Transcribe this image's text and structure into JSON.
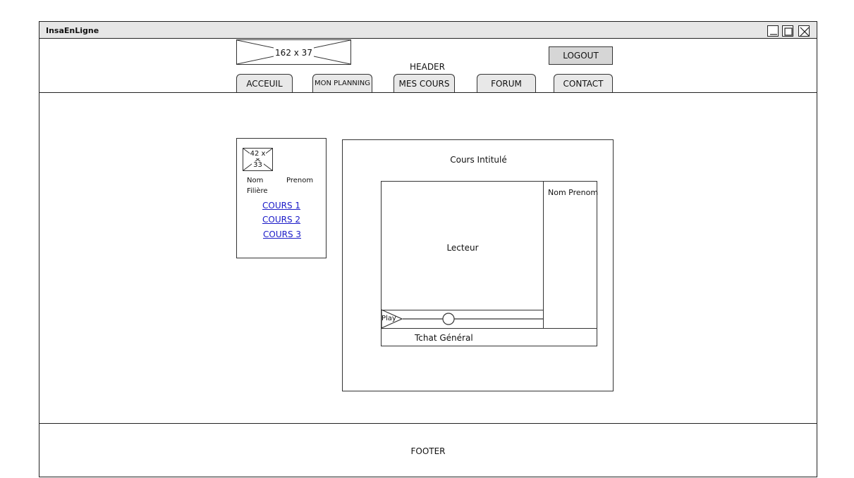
{
  "window": {
    "title": "InsaEnLigne",
    "controls": {
      "minimize": "_",
      "maximize": "□",
      "close": "X"
    }
  },
  "header": {
    "logo_placeholder": "162 x 37",
    "label": "HEADER",
    "logout_label": "LOGOUT",
    "tabs": [
      {
        "label": "ACCEUIL"
      },
      {
        "label": "MON PLANNING"
      },
      {
        "label": "MES COURS"
      },
      {
        "label": "FORUM"
      },
      {
        "label": "CONTACT"
      }
    ]
  },
  "sidebar": {
    "avatar_placeholder_top": "42 x",
    "avatar_placeholder_bottom": "33",
    "nom": "Nom",
    "prenom": "Prenom",
    "filiere": "Filière",
    "links": [
      {
        "label": "COURS 1"
      },
      {
        "label": "COURS 2"
      },
      {
        "label": "COURS 3"
      }
    ]
  },
  "main": {
    "title": "Cours Intitulé",
    "player_label": "Lecteur",
    "participant_label": "Nom Prenom",
    "play_label": "Play",
    "chat_label": "Tchat Général"
  },
  "footer": {
    "label": "FOOTER"
  }
}
